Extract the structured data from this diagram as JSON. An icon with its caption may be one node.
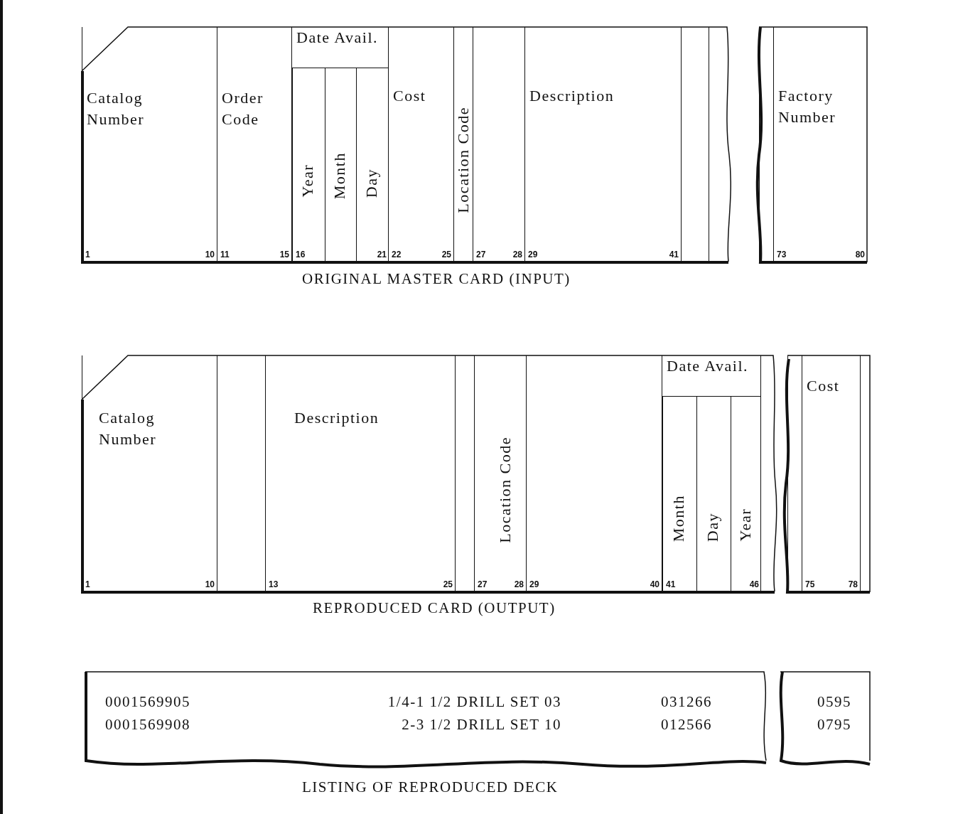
{
  "diagram": {
    "nodes": [
      {
        "text": [],
        "shape": "box",
        "beside": [
          "ORIGINAL MASTER CARD (INPUT)"
        ]
      },
      {
        "text": [
          "Catalog Number",
          "1",
          "10"
        ],
        "in": 0
      },
      {
        "text": [
          "Order Code",
          "11",
          "15"
        ],
        "in": 0
      },
      {
        "text": [
          "Date Avail."
        ],
        "in": 0
      },
      {
        "text": [
          "Year",
          "16"
        ],
        "in": 3
      },
      {
        "text": [
          "Month"
        ],
        "in": 3
      },
      {
        "text": [
          "Day",
          "21"
        ],
        "in": 3
      },
      {
        "text": [
          "Cost",
          "22",
          "25"
        ],
        "in": 0
      },
      {
        "text": [
          "Location Code"
        ],
        "in": 0
      },
      {
        "text": [
          "27",
          "28"
        ],
        "in": 0
      },
      {
        "text": [
          "Description",
          "29",
          "41"
        ],
        "in": 0
      },
      {
        "text": [],
        "shape": "box",
        "in": 0
      },
      {
        "text": [],
        "shape": "box",
        "in": 0
      },
      {
        "text": [],
        "shape": "box",
        "in": 0
      },
      {
        "text": [
          "Factory Number",
          "73",
          "80"
        ],
        "in": 0
      },
      {
        "text": [],
        "shape": "box",
        "beside": [
          "REPRODUCED CARD (OUTPUT)"
        ]
      },
      {
        "text": [
          "Catalog Number",
          "1",
          "10"
        ],
        "in": 15
      },
      {
        "text": [],
        "shape": "box",
        "in": 15
      },
      {
        "text": [
          "Description",
          "13",
          "25"
        ],
        "in": 15
      },
      {
        "text": [],
        "shape": "box",
        "in": 15
      },
      {
        "text": [
          "Location Code",
          "27",
          "28"
        ],
        "in": 15
      },
      {
        "text": [
          "29",
          "40"
        ],
        "in": 15
      },
      {
        "text": [
          "Date Avail."
        ],
        "in": 15
      },
      {
        "text": [
          "Month",
          "41"
        ],
        "in": 22
      },
      {
        "text": [
          "Day"
        ],
        "in": 22
      },
      {
        "text": [
          "Year",
          "46"
        ],
        "in": 22
      },
      {
        "text": [],
        "shape": "box",
        "in": 15
      },
      {
        "text": [],
        "shape": "box",
        "in": 15
      },
      {
        "text": [
          "Cost",
          "75",
          "78"
        ],
        "in": 15
      },
      {
        "text": [],
        "shape": "box",
        "in": 15
      },
      {
        "text": [
          "0001569905",
          "1/4-1 1/2 DRILL SET 03",
          "031266",
          "0001569908",
          "2-3 1/2 DRILL SET 10",
          "012566"
        ],
        "beside": [
          "LISTING OF REPRODUCED DECK"
        ]
      },
      {
        "text": [
          "0595",
          "0795"
        ]
      }
    ],
    "edges": []
  }
}
